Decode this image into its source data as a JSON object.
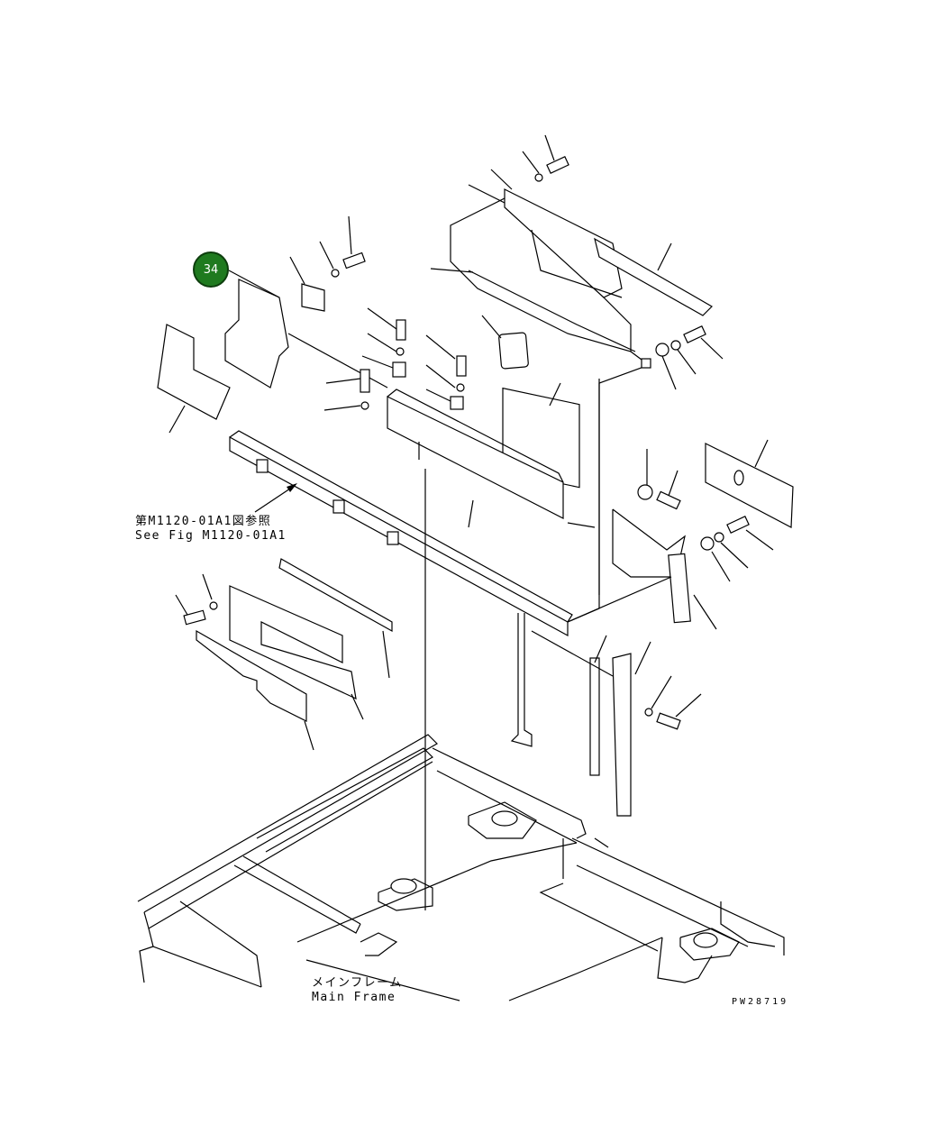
{
  "callout": {
    "number": "34",
    "color": "#1f7a1f"
  },
  "reference": {
    "jp": "第M1120-01A1図参照",
    "en": "See Fig M1120-01A1"
  },
  "main_frame": {
    "jp": "メインフレーム",
    "en": "Main Frame"
  },
  "drawing_id": "PW28719",
  "icons": {
    "callout": "part-callout-circle",
    "arrow": "reference-arrow"
  }
}
